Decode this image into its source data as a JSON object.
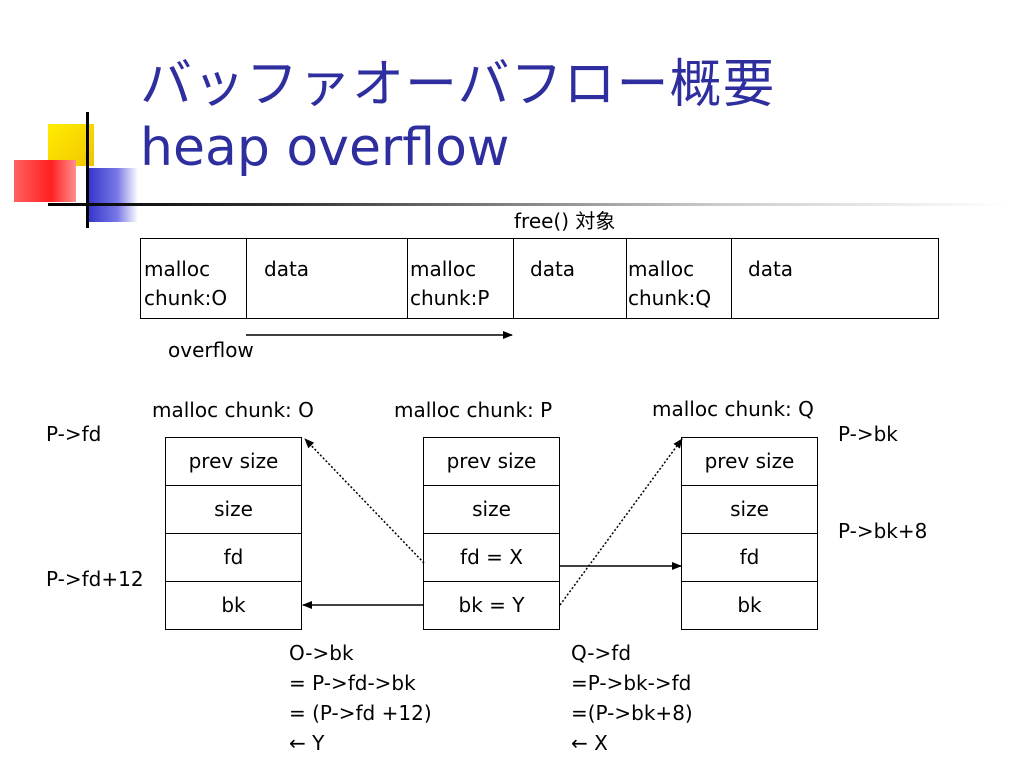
{
  "title": {
    "line1": "バッファオーバフロー概要",
    "line2": "heap overflow"
  },
  "top": {
    "free_label": "free() 対象",
    "overflow_label": "overflow",
    "segments": [
      {
        "header_line1": "malloc",
        "header_line2": "chunk:O",
        "data": "data"
      },
      {
        "header_line1": "malloc",
        "header_line2": "chunk:P",
        "data": "data"
      },
      {
        "header_line1": "malloc",
        "header_line2": "chunk:Q",
        "data": "data"
      }
    ]
  },
  "chunks": [
    {
      "title": "malloc chunk: O",
      "fields": [
        "prev size",
        "size",
        "fd",
        "bk"
      ]
    },
    {
      "title": "malloc chunk: P",
      "fields": [
        "prev size",
        "size",
        "fd = X",
        "bk = Y"
      ]
    },
    {
      "title": "malloc chunk: Q",
      "fields": [
        "prev size",
        "size",
        "fd",
        "bk"
      ]
    }
  ],
  "pointer_labels": {
    "p_fd": "P->fd",
    "p_fd_12": "P->fd+12",
    "p_bk": "P->bk",
    "p_bk_8": "P->bk+8"
  },
  "notes": {
    "left": [
      "O->bk",
      "= P->fd->bk",
      "= (P->fd +12)",
      "← Y"
    ],
    "right": [
      "Q->fd",
      "=P->bk->fd",
      "=(P->bk+8)",
      "← X"
    ]
  },
  "colors": {
    "title": "#2e2e9e",
    "logo_yellow": "#f5d800",
    "logo_blue": "#3a3ad0",
    "logo_red": "#ff3030"
  }
}
